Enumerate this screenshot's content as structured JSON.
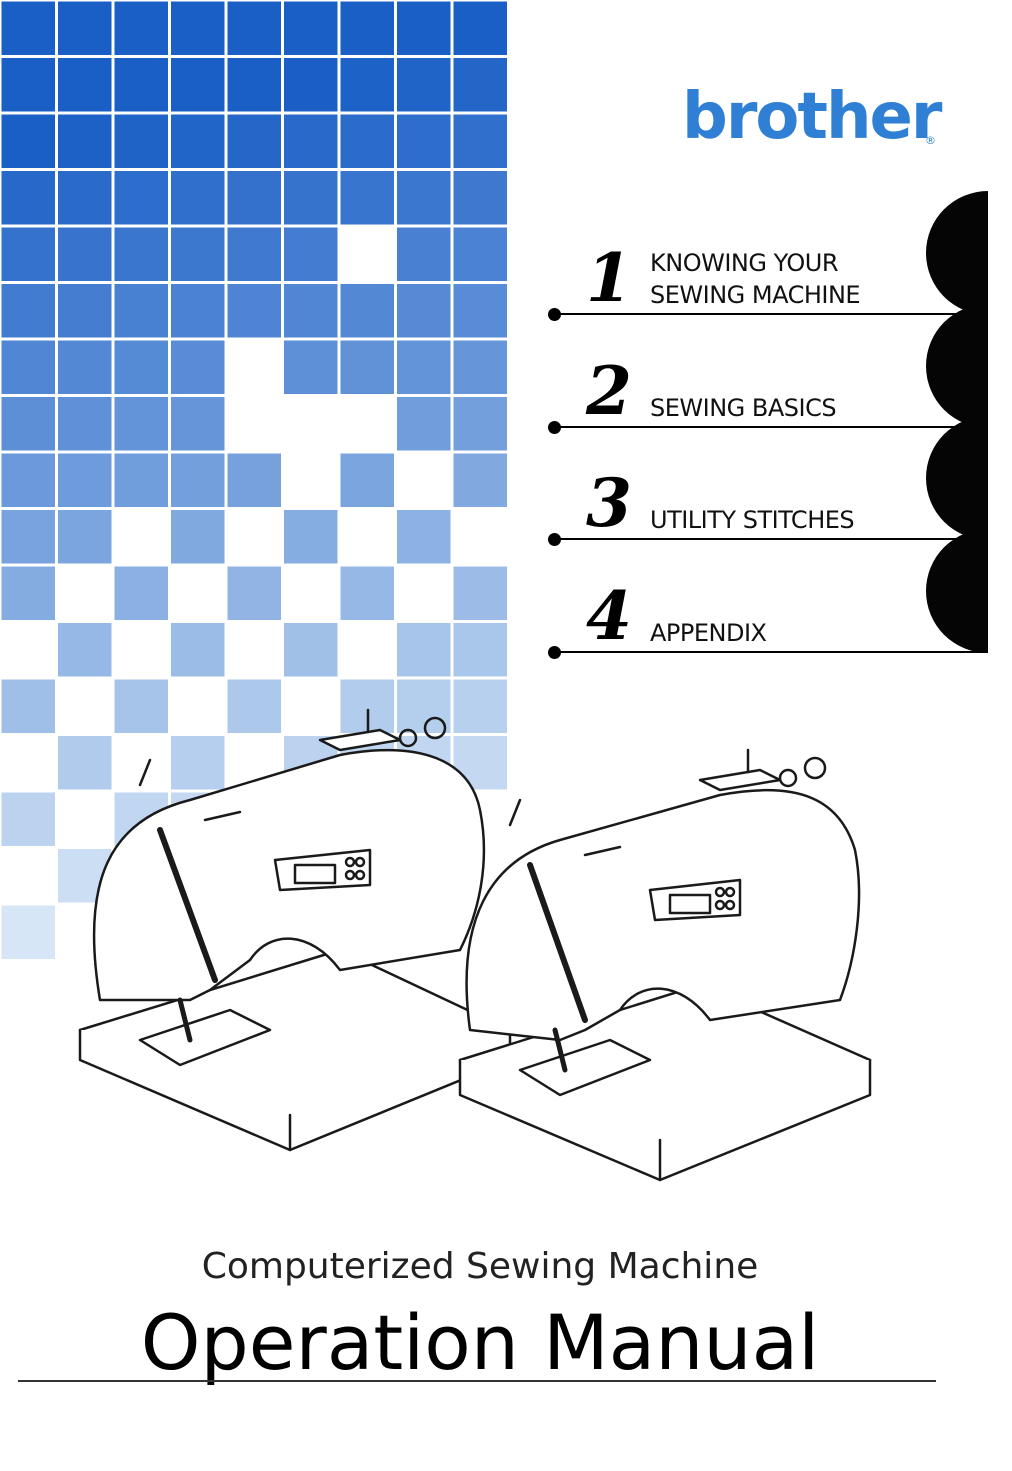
{
  "brand": {
    "name": "brother",
    "mark": "®",
    "color": "#2f7fd4"
  },
  "chapters": [
    {
      "number": "1",
      "lines": [
        "KNOWING YOUR",
        "SEWING MACHINE"
      ]
    },
    {
      "number": "2",
      "lines": [
        "SEWING BASICS"
      ]
    },
    {
      "number": "3",
      "lines": [
        "UTILITY STITCHES"
      ]
    },
    {
      "number": "4",
      "lines": [
        "APPENDIX"
      ]
    }
  ],
  "cover": {
    "subtitle": "Computerized Sewing Machine",
    "title": "Operation Manual"
  },
  "colors": {
    "grid_dark": "#1a5fc6",
    "grid_light": "#d6e6f6",
    "grid_line": "#ffffff"
  }
}
